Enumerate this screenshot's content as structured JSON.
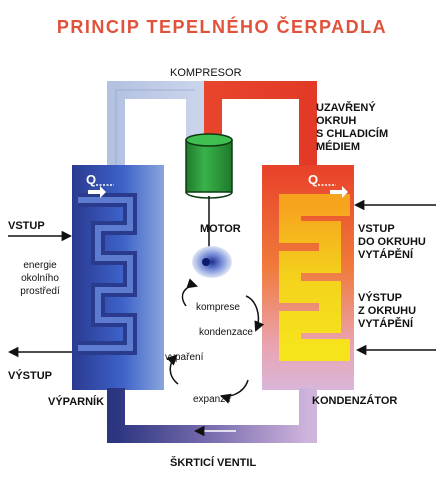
{
  "title": "PRINCIP TEPELNÉHO ČERPADLA",
  "labels": {
    "compressor": "KOMPRESOR",
    "closed_circuit": [
      "UZAVŘENÝ",
      "OKRUH",
      "S CHLADICÍM",
      "MÉDIEM"
    ],
    "motor": "MOTOR",
    "vstup_left": "VSTUP",
    "energy": [
      "energie",
      "okolního",
      "prostředí"
    ],
    "vystup_left": "VÝSTUP",
    "evaporator": "VÝPARNÍK",
    "vstup_right": [
      "VSTUP",
      "DO OKRUHU",
      "VYTÁPĚNÍ"
    ],
    "vystup_right": [
      "VÝSTUP",
      "Z OKRUHU",
      "VYTÁPĚNÍ"
    ],
    "condenser": "KONDENZÁTOR",
    "valve": "ŠKRTICÍ VENTIL",
    "cycle_steps": [
      "komprese",
      "kondenzace",
      "vypaření",
      "expanze"
    ],
    "q_symbol": "Q"
  },
  "colors": {
    "title": "#e0523a",
    "text": "#111111",
    "cold_dark": "#2f3a86",
    "cold_mid": "#3f63c9",
    "cold_light": "#a9b9df",
    "hot_red": "#e23a26",
    "hot_orange": "#f07a2a",
    "hot_pink": "#e7a9bf",
    "coil_yellow": "#f3df1c",
    "coil_orange": "#f6a51c",
    "compressor_green": "#2e9a3a"
  }
}
